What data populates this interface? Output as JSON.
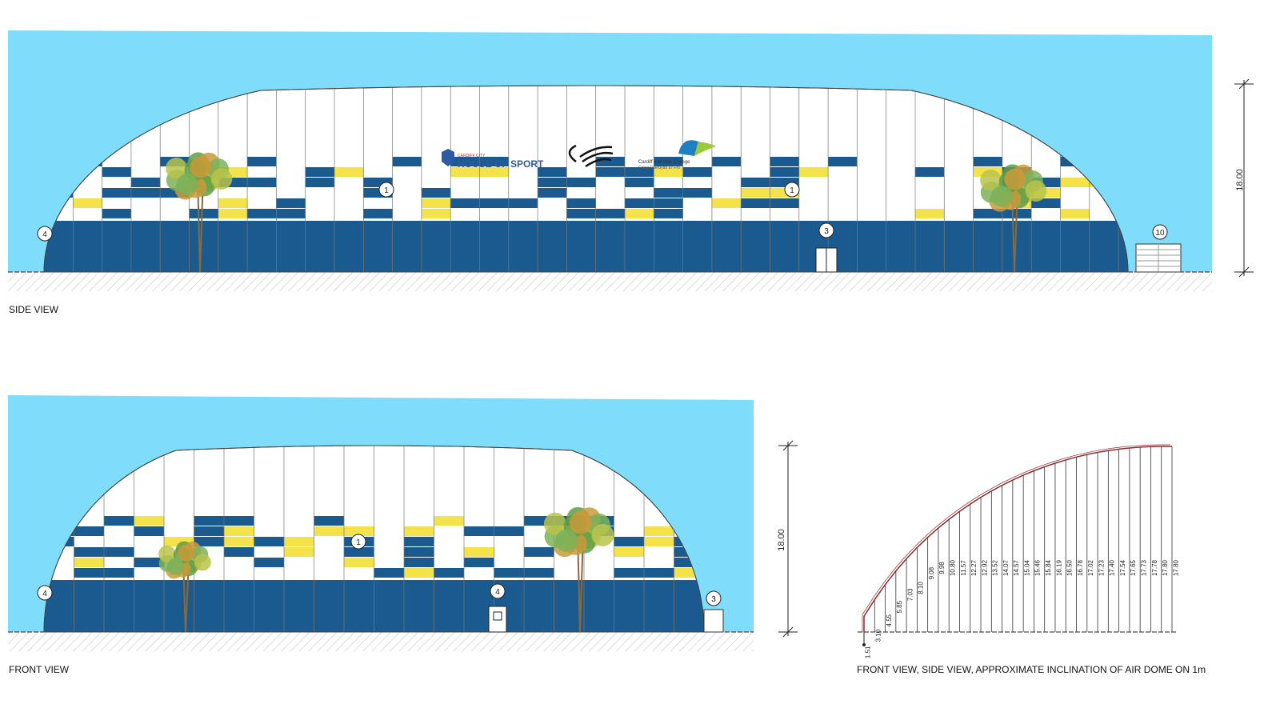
{
  "colors": {
    "sky": "#7fdcfb",
    "blue": "#1a5a8f",
    "yellow": "#f3e24a",
    "white": "#ffffff",
    "arc": "#8b2a2a"
  },
  "side_view": {
    "caption": "SIDE VIEW",
    "dimension": "18.00",
    "markers": [
      "4",
      "1",
      "1",
      "3",
      "10"
    ],
    "logos": {
      "house_of_sport_small": "CARDIFF CITY",
      "house_of_sport": "HOUSE OF SPORT",
      "college_en": "Cardiff and Vale College",
      "college_cy": "Coleg Caerdydd a'r Fro"
    }
  },
  "front_view": {
    "caption": "FRONT VIEW",
    "dimension": "18.00",
    "markers": [
      "4",
      "1",
      "4",
      "3"
    ]
  },
  "inclination": {
    "caption": "FRONT VIEW, SIDE VIEW, APPROXIMATE INCLINATION OF AIR DOME ON 1m",
    "heights": [
      "1.51",
      "3.10",
      "4.55",
      "5.85",
      "7.03",
      "8.10",
      "9.08",
      "9.98",
      "10.80",
      "11.57",
      "12.27",
      "12.92",
      "13.52",
      "14.07",
      "14.57",
      "15.04",
      "15.46",
      "15.84",
      "16.19",
      "16.50",
      "16.78",
      "17.02",
      "17.23",
      "17.40",
      "17.54",
      "17.65",
      "17.73",
      "17.78",
      "17.80",
      "17.80"
    ]
  }
}
